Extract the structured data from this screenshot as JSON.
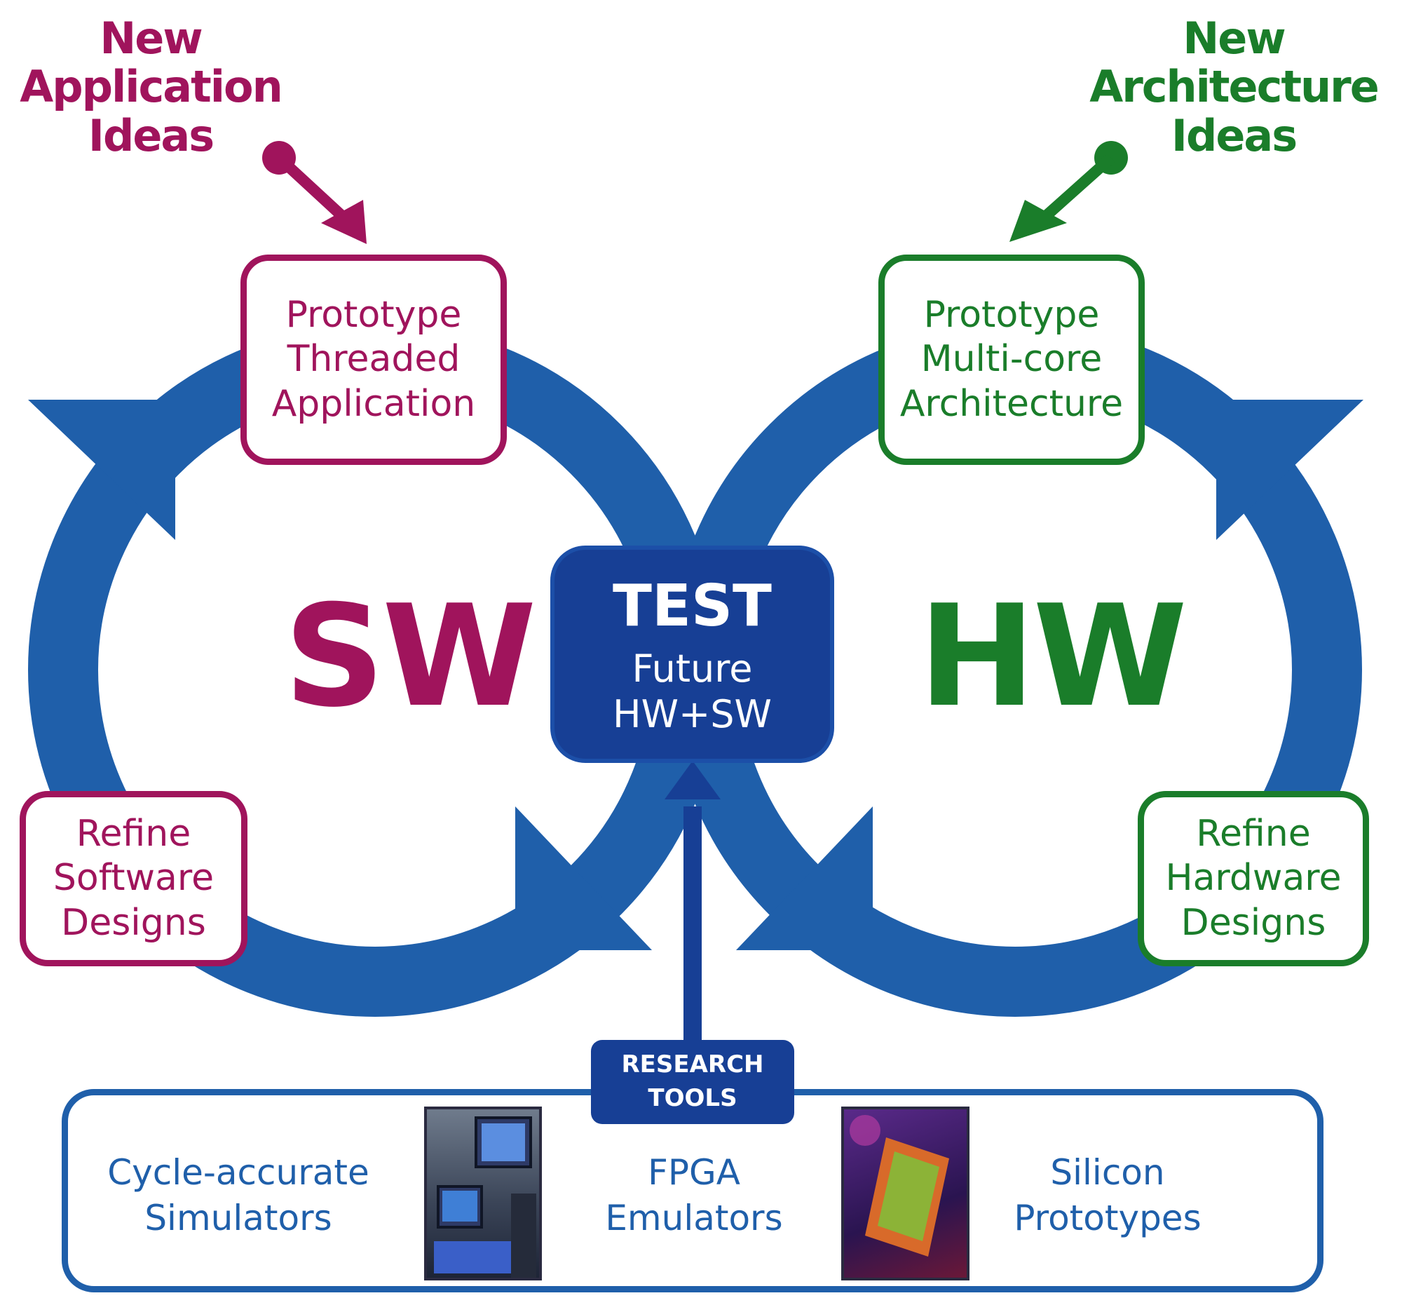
{
  "colors": {
    "software": "#a0145c",
    "hardware": "#1a7d2a",
    "cycle_blue": "#1f5faa",
    "test_box": "#173f95"
  },
  "app_ideas": {
    "line1": "New",
    "line2": "Application",
    "line3": "Ideas"
  },
  "arch_ideas": {
    "line1": "New",
    "line2": "Architecture",
    "line3": "Ideas"
  },
  "sw_loop": {
    "label": "SW",
    "prototype": {
      "line1": "Prototype",
      "line2": "Threaded",
      "line3": "Application"
    },
    "refine": {
      "line1": "Refine",
      "line2": "Software",
      "line3": "Designs"
    }
  },
  "hw_loop": {
    "label": "HW",
    "prototype": {
      "line1": "Prototype",
      "line2": "Multi-core",
      "line3": "Architecture"
    },
    "refine": {
      "line1": "Refine",
      "line2": "Hardware",
      "line3": "Designs"
    }
  },
  "test": {
    "title": "TEST",
    "line1": "Future",
    "line2": "HW+SW"
  },
  "research_tools": {
    "line1": "RESEARCH",
    "line2": "TOOLS"
  },
  "tools": {
    "simulators": {
      "line1": "Cycle-accurate",
      "line2": "Simulators"
    },
    "fpga": {
      "line1": "FPGA",
      "line2": "Emulators"
    },
    "silicon": {
      "line1": "Silicon",
      "line2": "Prototypes"
    }
  }
}
